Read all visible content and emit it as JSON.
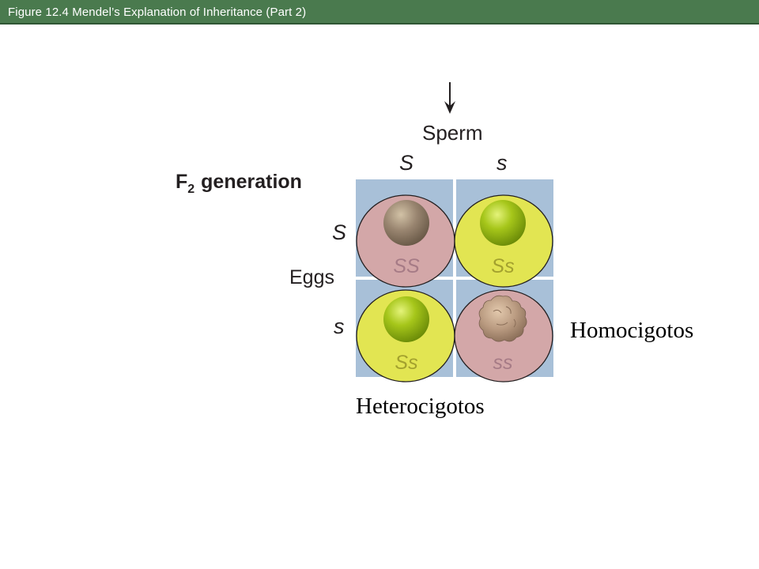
{
  "header": {
    "title": "Figure 12.4 Mendel’s Explanation of Inheritance (Part 2)"
  },
  "diagram": {
    "generation_label_main": "F",
    "generation_label_sub": "2",
    "generation_label_rest": "generation",
    "sperm_label": "Sperm",
    "sperm_alleles": [
      "S",
      "s"
    ],
    "eggs_label": "Eggs",
    "egg_alleles": [
      "S",
      "s"
    ],
    "cells": [
      {
        "genotype": "SS",
        "phenotype": "round"
      },
      {
        "genotype": "Ss",
        "phenotype": "round"
      },
      {
        "genotype": "Ss",
        "phenotype": "round"
      },
      {
        "genotype": "ss",
        "phenotype": "wrinkled"
      }
    ],
    "annotations": {
      "homozygous": "Homocigotos",
      "heterozygous": "Heterocigotos"
    },
    "colors": {
      "grid_background": "#a8c0d8",
      "homozygous_fill": "#d3a7a8",
      "heterozygous_fill": "#e2e552",
      "genotype_text_homo": "#a67b86",
      "genotype_text_hetero": "#a3a12e",
      "header_bar": "#4a7a4e"
    }
  }
}
